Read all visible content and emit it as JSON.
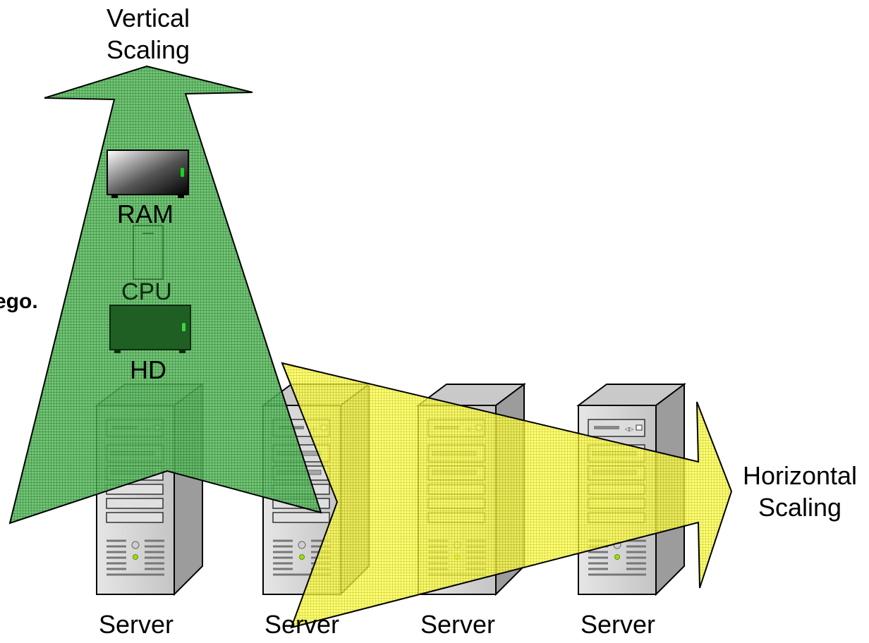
{
  "labels": {
    "vertical_line1": "Vertical",
    "vertical_line2": "Scaling",
    "horizontal_line1": "Horizontal",
    "horizontal_line2": "Scaling",
    "ram": "RAM",
    "cpu": "CPU",
    "hd": "HD",
    "cut_off_text": "ego."
  },
  "servers": [
    {
      "label": "Server"
    },
    {
      "label": "Server"
    },
    {
      "label": "Server"
    },
    {
      "label": "Server"
    }
  ],
  "colors": {
    "vertical_arrow": "#4caf50",
    "horizontal_arrow": "#ffff33",
    "server_body": "#d6d6d6",
    "server_side": "#9a9a9a"
  }
}
